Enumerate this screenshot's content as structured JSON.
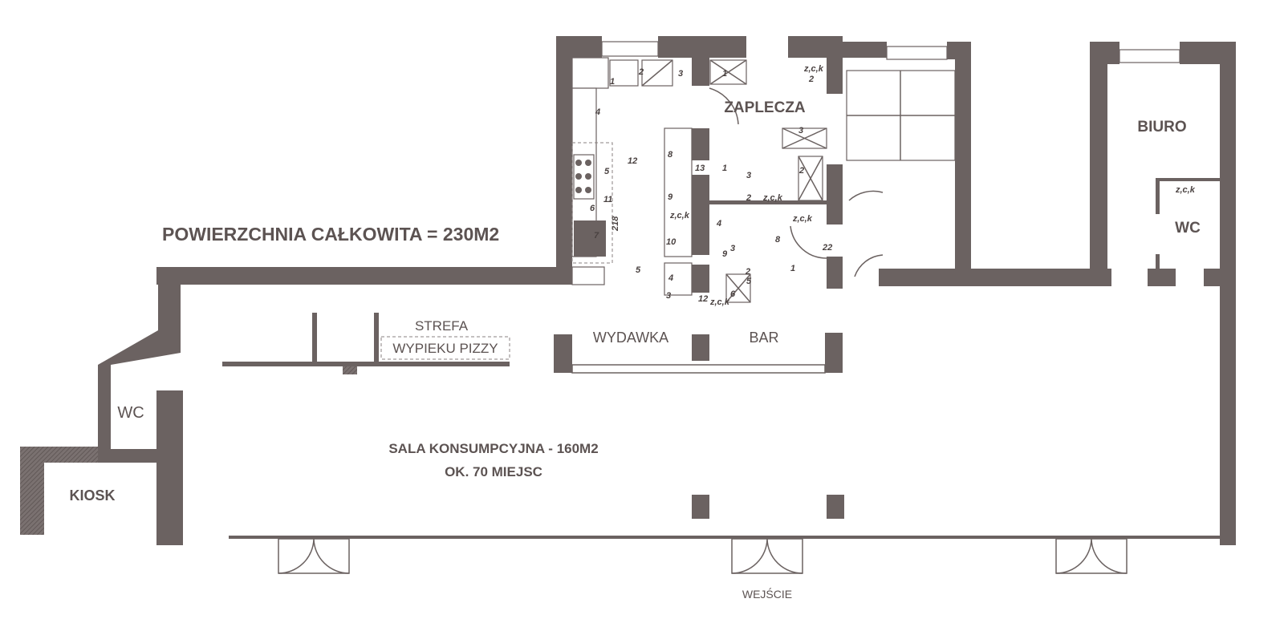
{
  "plan": {
    "total_area": "POWIERZCHNIA CAŁKOWITA = 230M2",
    "rooms": {
      "zaplecza": "ZAPLECZA",
      "biuro": "BIURO",
      "wc_right": "WC",
      "wc_left": "WC",
      "kiosk": "KIOSK",
      "strefa_line1": "STREFA",
      "strefa_line2": "WYPIEKU PIZZY",
      "wydawka": "WYDAWKA",
      "bar": "BAR",
      "sala_line1": "SALA KONSUMPCYJNA - 160M2",
      "sala_line2": "OK. 70 MIEJSC",
      "entrance": "WEJŚCIE"
    },
    "equipment_labels": [
      "1",
      "2",
      "3",
      "1",
      "4",
      "5",
      "11",
      "6",
      "7",
      "12",
      "218",
      "5",
      "3",
      "8",
      "13",
      "1",
      "3",
      "9",
      "z,c,k",
      "10",
      "4",
      "3",
      "2",
      "z,c,k",
      "z,c,k",
      "3",
      "2",
      "4",
      "8",
      "9",
      "22",
      "2",
      "5",
      "6",
      "1",
      "12",
      "z,c,k",
      "z,c,k",
      "2",
      "z,c,k"
    ]
  },
  "colors": {
    "wall": "#6b6261",
    "text": "#5c5352"
  }
}
